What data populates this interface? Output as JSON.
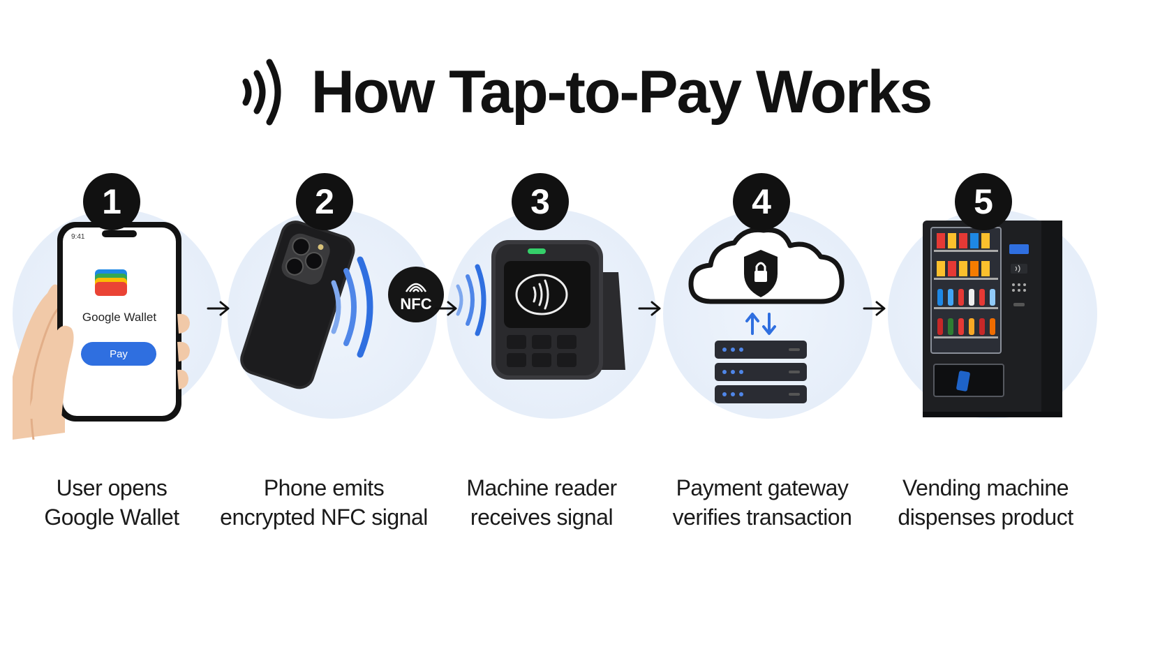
{
  "title": "How Tap-to-Pay Works",
  "icons": {
    "title": "contactless-wave-icon",
    "step1": "google-wallet-phone-icon",
    "step2": "phone-nfc-signal-icon",
    "step3": "card-reader-icon",
    "step4": "cloud-server-lock-icon",
    "step5": "vending-machine-icon",
    "arrow": "arrow-right-icon"
  },
  "colors": {
    "accent_blue": "#2f6fe0",
    "badge": "#111111",
    "circle_bg": "#e8eff9"
  },
  "steps": [
    {
      "number": "1",
      "caption_line1": "User opens",
      "caption_line2": "Google Wallet",
      "phone": {
        "time": "9:41",
        "app_name": "Google Wallet",
        "button": "Pay"
      }
    },
    {
      "number": "2",
      "caption_line1": "Phone emits",
      "caption_line2": "encrypted NFC signal",
      "nfc_label": "NFC"
    },
    {
      "number": "3",
      "caption_line1": "Machine reader",
      "caption_line2": "receives signal"
    },
    {
      "number": "4",
      "caption_line1": "Payment gateway",
      "caption_line2": "verifies transaction"
    },
    {
      "number": "5",
      "caption_line1": "Vending machine",
      "caption_line2": "dispenses product"
    }
  ]
}
